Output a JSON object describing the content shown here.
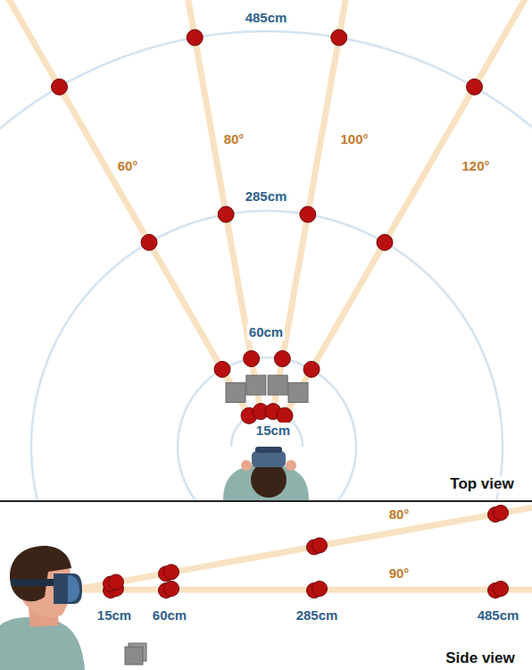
{
  "diagram": {
    "labels": [
      "485cm",
      "285cm",
      "60cm",
      "15cm",
      "60°",
      "80°",
      "100°",
      "120°",
      "Top view",
      "80°",
      "90°",
      "15cm",
      "60cm",
      "285cm",
      "485cm",
      "Side view"
    ]
  }
}
